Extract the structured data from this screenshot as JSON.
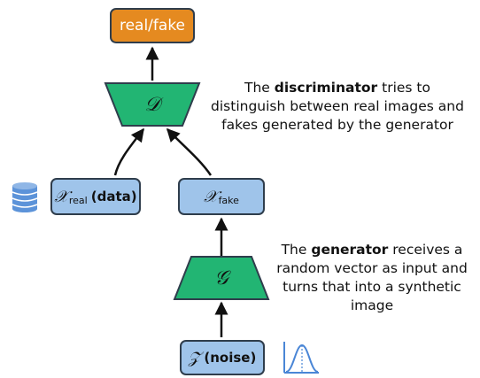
{
  "output": {
    "label": "real/fake"
  },
  "discriminator": {
    "symbol": "𝒟",
    "caption": {
      "prefix": "The ",
      "bold": "discriminator",
      "rest": " tries to distinguish between real images and fakes generated by the generator"
    }
  },
  "real_input": {
    "symbol": "𝒳",
    "subscript": "real",
    "suffix": "(data)"
  },
  "fake_input": {
    "symbol": "𝒳",
    "subscript": "fake"
  },
  "generator": {
    "symbol": "𝒢",
    "caption": {
      "prefix": "The ",
      "bold": "generator",
      "rest": " receives a random vector as input and turns that into a synthetic image"
    }
  },
  "noise": {
    "symbol": "𝒵",
    "suffix": "(noise)"
  },
  "icons": {
    "dataset": "database-icon",
    "distribution": "bell-curve-icon"
  },
  "colors": {
    "output_box": "#e58a20",
    "input_box": "#9fc4ea",
    "network": "#22b573",
    "outline": "#2f3d4c"
  }
}
